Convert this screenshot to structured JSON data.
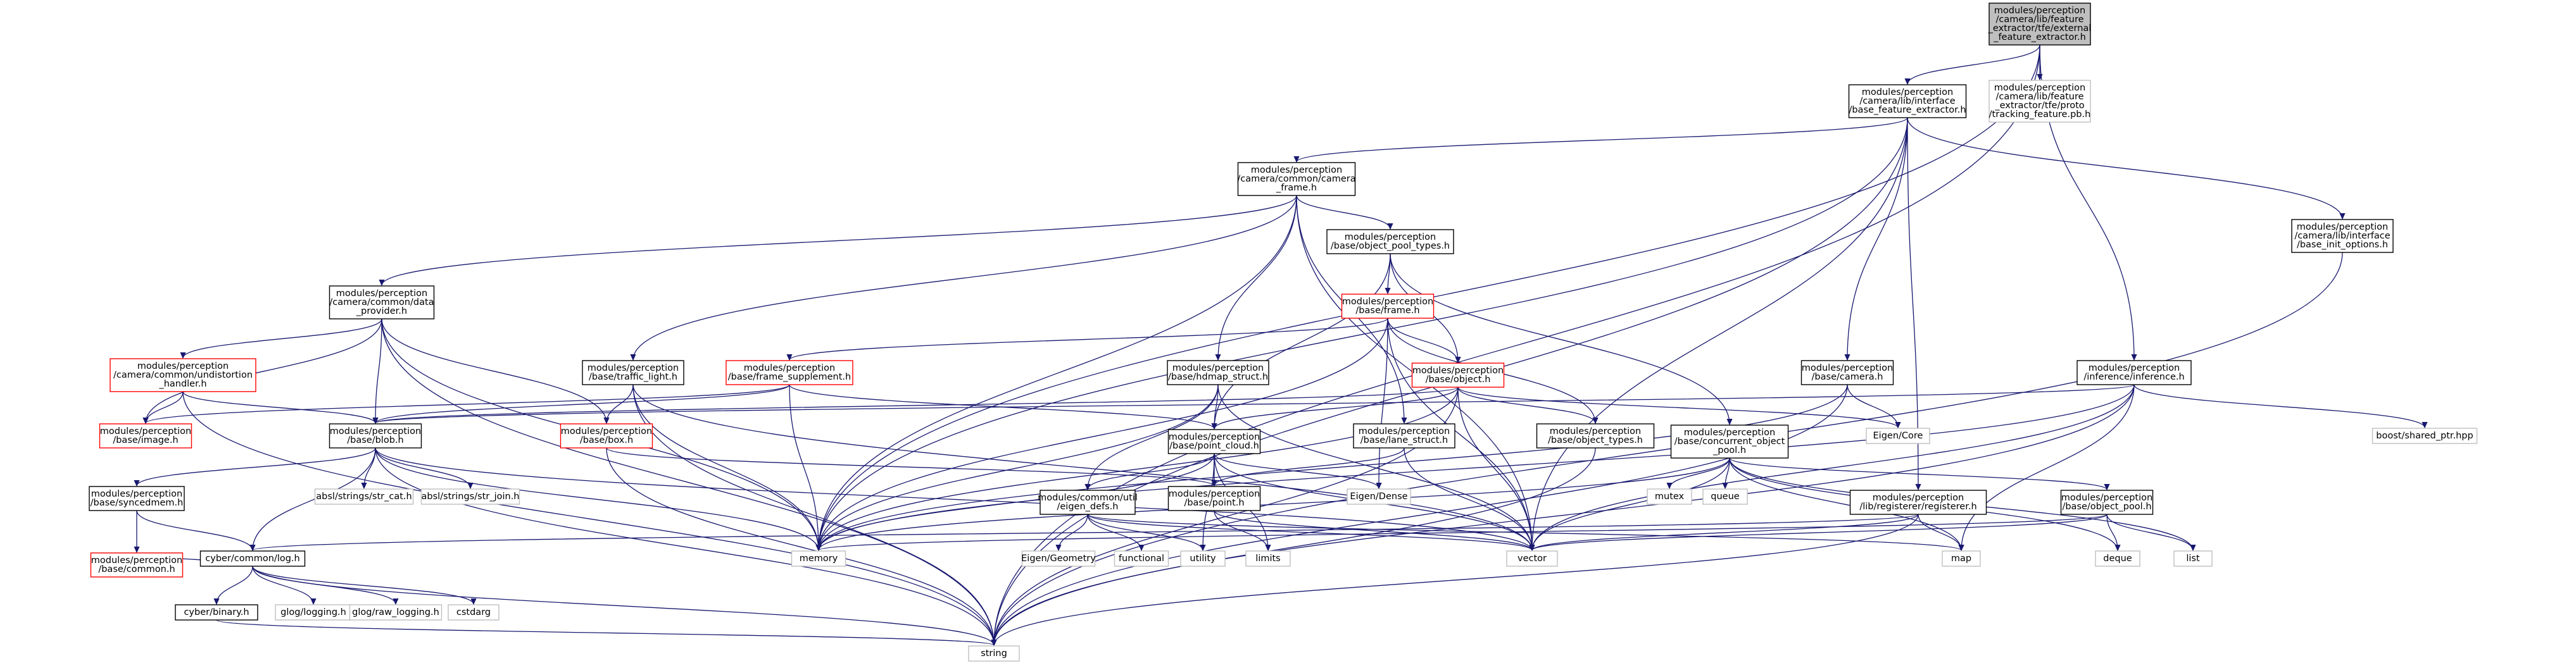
{
  "colors": {
    "edge": "#191970",
    "root_fill": "#bfbfbf",
    "default_border": "#000000",
    "truncated_border": "#ff0000",
    "system_border": "#bfbfbf"
  },
  "nodes": [
    {
      "id": "root",
      "kind": "root",
      "lines": [
        "modules/perception",
        "/camera/lib/feature",
        "_extractor/tfe/external",
        "_feature_extractor.h"
      ]
    },
    {
      "id": "bfe",
      "kind": "default",
      "lines": [
        "modules/perception",
        "/camera/lib/interface",
        "/base_feature_extractor.h"
      ]
    },
    {
      "id": "tracking_feature",
      "kind": "system",
      "lines": [
        "modules/perception",
        "/camera/lib/feature",
        "_extractor/tfe/proto",
        "/tracking_feature.pb.h"
      ]
    },
    {
      "id": "camera_frame",
      "kind": "default",
      "lines": [
        "modules/perception",
        "/camera/common/camera",
        "_frame.h"
      ]
    },
    {
      "id": "base_init_options",
      "kind": "default",
      "lines": [
        "modules/perception",
        "/camera/lib/interface",
        "/base_init_options.h"
      ]
    },
    {
      "id": "object_pool_types",
      "kind": "default",
      "lines": [
        "modules/perception",
        "/base/object_pool_types.h"
      ]
    },
    {
      "id": "data_provider",
      "kind": "default",
      "lines": [
        "modules/perception",
        "/camera/common/data",
        "_provider.h"
      ]
    },
    {
      "id": "frame",
      "kind": "truncated",
      "lines": [
        "modules/perception",
        "/base/frame.h"
      ]
    },
    {
      "id": "undistortion",
      "kind": "truncated",
      "lines": [
        "modules/perception",
        "/camera/common/undistortion",
        "_handler.h"
      ]
    },
    {
      "id": "traffic_light",
      "kind": "default",
      "lines": [
        "modules/perception",
        "/base/traffic_light.h"
      ]
    },
    {
      "id": "frame_supplement",
      "kind": "truncated",
      "lines": [
        "modules/perception",
        "/base/frame_supplement.h"
      ]
    },
    {
      "id": "hdmap_struct",
      "kind": "default",
      "lines": [
        "modules/perception",
        "/base/hdmap_struct.h"
      ]
    },
    {
      "id": "object",
      "kind": "truncated",
      "lines": [
        "modules/perception",
        "/base/object.h"
      ]
    },
    {
      "id": "camera",
      "kind": "default",
      "lines": [
        "modules/perception",
        "/base/camera.h"
      ]
    },
    {
      "id": "inference",
      "kind": "default",
      "lines": [
        "modules/perception",
        "/inference/inference.h"
      ]
    },
    {
      "id": "boost_shared_ptr",
      "kind": "system",
      "lines": [
        "boost/shared_ptr.hpp"
      ]
    },
    {
      "id": "image",
      "kind": "truncated",
      "lines": [
        "modules/perception",
        "/base/image.h"
      ]
    },
    {
      "id": "blob",
      "kind": "default",
      "lines": [
        "modules/perception",
        "/base/blob.h"
      ]
    },
    {
      "id": "box",
      "kind": "truncated",
      "lines": [
        "modules/perception",
        "/base/box.h"
      ]
    },
    {
      "id": "point_cloud",
      "kind": "default",
      "lines": [
        "modules/perception",
        "/base/point_cloud.h"
      ]
    },
    {
      "id": "lane_struct",
      "kind": "default",
      "lines": [
        "modules/perception",
        "/base/lane_struct.h"
      ]
    },
    {
      "id": "object_types",
      "kind": "default",
      "lines": [
        "modules/perception",
        "/base/object_types.h"
      ]
    },
    {
      "id": "concurrent_pool",
      "kind": "default",
      "lines": [
        "modules/perception",
        "/base/concurrent_object",
        "_pool.h"
      ]
    },
    {
      "id": "eigen_core",
      "kind": "system",
      "lines": [
        "Eigen/Core"
      ]
    },
    {
      "id": "syncedmem",
      "kind": "default",
      "lines": [
        "modules/perception",
        "/base/syncedmem.h"
      ]
    },
    {
      "id": "str_cat",
      "kind": "system",
      "lines": [
        "absl/strings/str_cat.h"
      ]
    },
    {
      "id": "str_join",
      "kind": "system",
      "lines": [
        "absl/strings/str_join.h"
      ]
    },
    {
      "id": "eigen_defs",
      "kind": "default",
      "lines": [
        "modules/common/util",
        "/eigen_defs.h"
      ]
    },
    {
      "id": "point",
      "kind": "default",
      "lines": [
        "modules/perception",
        "/base/point.h"
      ]
    },
    {
      "id": "eigen_dense",
      "kind": "system",
      "lines": [
        "Eigen/Dense"
      ]
    },
    {
      "id": "mutex",
      "kind": "system",
      "lines": [
        "mutex"
      ]
    },
    {
      "id": "queue",
      "kind": "system",
      "lines": [
        "queue"
      ]
    },
    {
      "id": "registerer",
      "kind": "default",
      "lines": [
        "modules/perception",
        "/lib/registerer/registerer.h"
      ]
    },
    {
      "id": "object_pool",
      "kind": "default",
      "lines": [
        "modules/perception",
        "/base/object_pool.h"
      ]
    },
    {
      "id": "common",
      "kind": "truncated",
      "lines": [
        "modules/perception",
        "/base/common.h"
      ]
    },
    {
      "id": "log",
      "kind": "default",
      "lines": [
        "cyber/common/log.h"
      ]
    },
    {
      "id": "memory",
      "kind": "system",
      "lines": [
        "memory"
      ]
    },
    {
      "id": "eigen_geometry",
      "kind": "system",
      "lines": [
        "Eigen/Geometry"
      ]
    },
    {
      "id": "functional",
      "kind": "system",
      "lines": [
        "functional"
      ]
    },
    {
      "id": "utility",
      "kind": "system",
      "lines": [
        "utility"
      ]
    },
    {
      "id": "limits",
      "kind": "system",
      "lines": [
        "limits"
      ]
    },
    {
      "id": "vector",
      "kind": "system",
      "lines": [
        "vector"
      ]
    },
    {
      "id": "map",
      "kind": "system",
      "lines": [
        "map"
      ]
    },
    {
      "id": "deque",
      "kind": "system",
      "lines": [
        "deque"
      ]
    },
    {
      "id": "list",
      "kind": "system",
      "lines": [
        "list"
      ]
    },
    {
      "id": "binary",
      "kind": "default",
      "lines": [
        "cyber/binary.h"
      ]
    },
    {
      "id": "glog_logging",
      "kind": "system",
      "lines": [
        "glog/logging.h"
      ]
    },
    {
      "id": "glog_raw_logging",
      "kind": "system",
      "lines": [
        "glog/raw_logging.h"
      ]
    },
    {
      "id": "cstdarg",
      "kind": "system",
      "lines": [
        "cstdarg"
      ]
    },
    {
      "id": "string",
      "kind": "system",
      "lines": [
        "string"
      ]
    }
  ],
  "edges": [
    [
      "root",
      "bfe"
    ],
    [
      "root",
      "tracking_feature"
    ],
    [
      "root",
      "inference"
    ],
    [
      "root",
      "memory"
    ],
    [
      "root",
      "string"
    ],
    [
      "bfe",
      "camera_frame"
    ],
    [
      "bfe",
      "base_init_options"
    ],
    [
      "bfe",
      "camera"
    ],
    [
      "bfe",
      "registerer"
    ],
    [
      "bfe",
      "memory"
    ],
    [
      "bfe",
      "vector"
    ],
    [
      "bfe",
      "string"
    ],
    [
      "camera_frame",
      "data_provider"
    ],
    [
      "camera_frame",
      "traffic_light"
    ],
    [
      "camera_frame",
      "hdmap_struct"
    ],
    [
      "camera_frame",
      "object_pool_types"
    ],
    [
      "camera_frame",
      "lane_struct"
    ],
    [
      "camera_frame",
      "memory"
    ],
    [
      "camera_frame",
      "vector"
    ],
    [
      "base_init_options",
      "string"
    ],
    [
      "object_pool_types",
      "frame"
    ],
    [
      "object_pool_types",
      "object"
    ],
    [
      "object_pool_types",
      "point_cloud"
    ],
    [
      "object_pool_types",
      "concurrent_pool"
    ],
    [
      "data_provider",
      "undistortion"
    ],
    [
      "data_provider",
      "image"
    ],
    [
      "data_provider",
      "blob"
    ],
    [
      "data_provider",
      "box"
    ],
    [
      "data_provider",
      "memory"
    ],
    [
      "data_provider",
      "string"
    ],
    [
      "undistortion",
      "image"
    ],
    [
      "undistortion",
      "blob"
    ],
    [
      "undistortion",
      "string"
    ],
    [
      "frame",
      "frame_supplement"
    ],
    [
      "frame",
      "object"
    ],
    [
      "frame",
      "object_types"
    ],
    [
      "frame",
      "eigen_dense"
    ],
    [
      "frame",
      "memory"
    ],
    [
      "frame",
      "vector"
    ],
    [
      "traffic_light",
      "box"
    ],
    [
      "traffic_light",
      "memory"
    ],
    [
      "traffic_light",
      "vector"
    ],
    [
      "traffic_light",
      "string"
    ],
    [
      "frame_supplement",
      "image"
    ],
    [
      "frame_supplement",
      "blob"
    ],
    [
      "frame_supplement",
      "point_cloud"
    ],
    [
      "frame_supplement",
      "memory"
    ],
    [
      "hdmap_struct",
      "point_cloud"
    ],
    [
      "hdmap_struct",
      "eigen_defs"
    ],
    [
      "hdmap_struct",
      "memory"
    ],
    [
      "hdmap_struct",
      "vector"
    ],
    [
      "object",
      "point_cloud"
    ],
    [
      "object",
      "object_types"
    ],
    [
      "object",
      "eigen_core"
    ],
    [
      "object",
      "memory"
    ],
    [
      "object",
      "vector"
    ],
    [
      "object",
      "string"
    ],
    [
      "object",
      "blob"
    ],
    [
      "camera",
      "eigen_core"
    ],
    [
      "camera",
      "memory"
    ],
    [
      "camera",
      "string"
    ],
    [
      "inference",
      "blob"
    ],
    [
      "inference",
      "boost_shared_ptr"
    ],
    [
      "inference",
      "map"
    ],
    [
      "inference",
      "vector"
    ],
    [
      "inference",
      "string"
    ],
    [
      "inference",
      "memory"
    ],
    [
      "blob",
      "syncedmem"
    ],
    [
      "blob",
      "str_cat"
    ],
    [
      "blob",
      "str_join"
    ],
    [
      "blob",
      "log"
    ],
    [
      "blob",
      "memory"
    ],
    [
      "blob",
      "vector"
    ],
    [
      "blob",
      "string"
    ],
    [
      "box",
      "point"
    ],
    [
      "box",
      "string"
    ],
    [
      "point_cloud",
      "point"
    ],
    [
      "point_cloud",
      "eigen_defs"
    ],
    [
      "point_cloud",
      "eigen_dense"
    ],
    [
      "point_cloud",
      "limits"
    ],
    [
      "point_cloud",
      "utility"
    ],
    [
      "point_cloud",
      "memory"
    ],
    [
      "point_cloud",
      "vector"
    ],
    [
      "lane_struct",
      "point"
    ],
    [
      "lane_struct",
      "vector"
    ],
    [
      "object_types",
      "string"
    ],
    [
      "concurrent_pool",
      "mutex"
    ],
    [
      "concurrent_pool",
      "queue"
    ],
    [
      "concurrent_pool",
      "object_pool"
    ],
    [
      "concurrent_pool",
      "deque"
    ],
    [
      "concurrent_pool",
      "list"
    ],
    [
      "concurrent_pool",
      "memory"
    ],
    [
      "concurrent_pool",
      "vector"
    ],
    [
      "concurrent_pool",
      "map"
    ],
    [
      "syncedmem",
      "common"
    ],
    [
      "syncedmem",
      "log"
    ],
    [
      "eigen_defs",
      "eigen_geometry"
    ],
    [
      "eigen_defs",
      "functional"
    ],
    [
      "eigen_defs",
      "utility"
    ],
    [
      "eigen_defs",
      "map"
    ],
    [
      "eigen_defs",
      "vector"
    ],
    [
      "point",
      "limits"
    ],
    [
      "point",
      "vector"
    ],
    [
      "registerer",
      "log"
    ],
    [
      "registerer",
      "map"
    ],
    [
      "registerer",
      "vector"
    ],
    [
      "registerer",
      "string"
    ],
    [
      "object_pool",
      "deque"
    ],
    [
      "object_pool",
      "list"
    ],
    [
      "object_pool",
      "memory"
    ],
    [
      "object_pool",
      "vector"
    ],
    [
      "common",
      "log"
    ],
    [
      "log",
      "binary"
    ],
    [
      "log",
      "glog_logging"
    ],
    [
      "log",
      "glog_raw_logging"
    ],
    [
      "log",
      "cstdarg"
    ],
    [
      "log",
      "string"
    ],
    [
      "binary",
      "string"
    ]
  ]
}
